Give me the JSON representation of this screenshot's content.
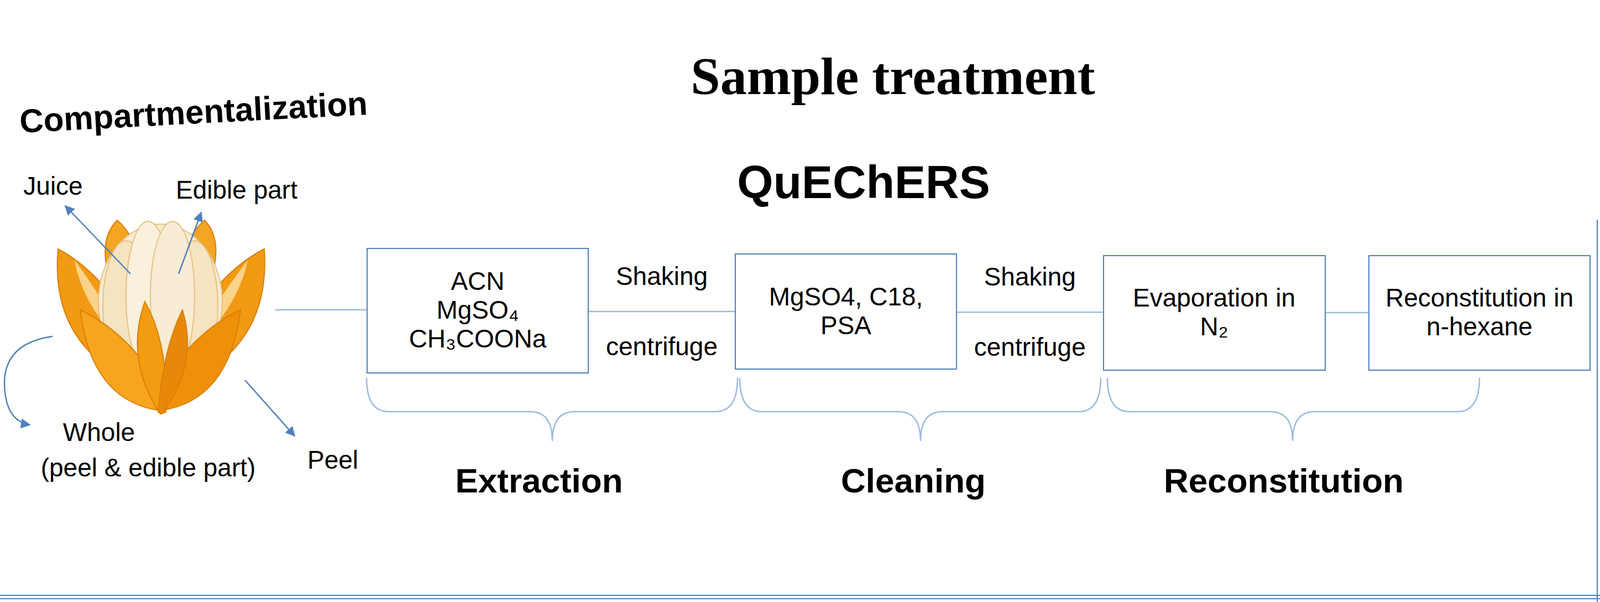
{
  "diagram": {
    "title": "Sample treatment",
    "nodes": [
      {
        "text": [
          "ACN MgSO₄ CH₃COONa"
        ]
      },
      {
        "text": [
          "MgSO4, C18, PSA"
        ]
      },
      {
        "text": [
          "Evaporation in N₂"
        ]
      },
      {
        "text": [
          "Reconstitution in n-hexane"
        ]
      }
    ],
    "edges": [
      {
        "from": 0,
        "to": 1,
        "arrow": "none",
        "label": "Shaking centrifuge"
      },
      {
        "from": 1,
        "to": 2,
        "arrow": "none",
        "label": "Shaking centrifuge"
      },
      {
        "from": 2,
        "to": 3,
        "arrow": "none"
      }
    ],
    "labels": [
      "QuEChERS",
      "Compartmentalization",
      "Juice",
      "Edible part",
      "Whole",
      "(peel & edible part)",
      "Peel",
      "Extraction",
      "Cleaning",
      "Reconstitution"
    ]
  }
}
